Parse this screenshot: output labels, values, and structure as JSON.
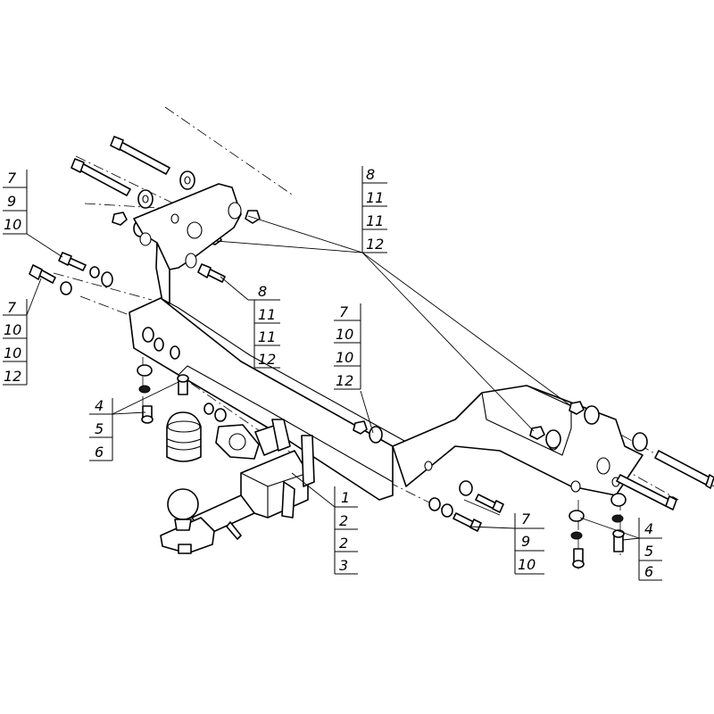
{
  "diagram": {
    "callouts": [
      {
        "id": "top-left",
        "labels": [
          "7",
          "9",
          "10"
        ]
      },
      {
        "id": "left",
        "labels": [
          "7",
          "10",
          "10",
          "12"
        ]
      },
      {
        "id": "top-center",
        "labels": [
          "8",
          "11",
          "11",
          "12"
        ]
      },
      {
        "id": "mid-left",
        "labels": [
          "8",
          "11",
          "11",
          "12"
        ]
      },
      {
        "id": "mid-center",
        "labels": [
          "7",
          "10",
          "10",
          "12"
        ]
      },
      {
        "id": "bottom-left",
        "labels": [
          "4",
          "5",
          "6"
        ]
      },
      {
        "id": "bottom-hitch",
        "labels": [
          "1",
          "2",
          "2",
          "3"
        ]
      },
      {
        "id": "bottom-right",
        "labels": [
          "7",
          "9",
          "10"
        ]
      },
      {
        "id": "far-right",
        "labels": [
          "4",
          "5",
          "6"
        ]
      }
    ]
  }
}
